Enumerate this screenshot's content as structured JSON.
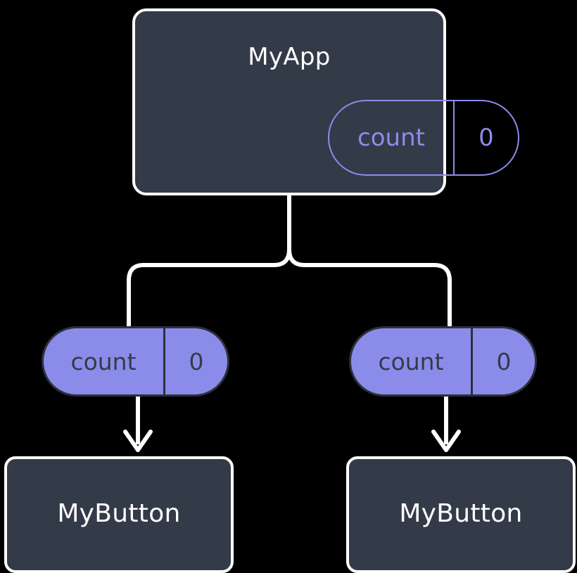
{
  "diagram": {
    "type": "component-state-tree",
    "background_color": "#000000",
    "accent_color": "#8b8cea",
    "box_fill_color": "#333b49",
    "edge_color": "#ffffff",
    "root": {
      "title": "MyApp",
      "state": {
        "key": "count",
        "value": "0"
      }
    },
    "branches": [
      {
        "side": "left",
        "state": {
          "key": "count",
          "value": "0"
        },
        "child": {
          "title": "MyButton"
        }
      },
      {
        "side": "right",
        "state": {
          "key": "count",
          "value": "0"
        },
        "child": {
          "title": "MyButton"
        }
      }
    ]
  }
}
